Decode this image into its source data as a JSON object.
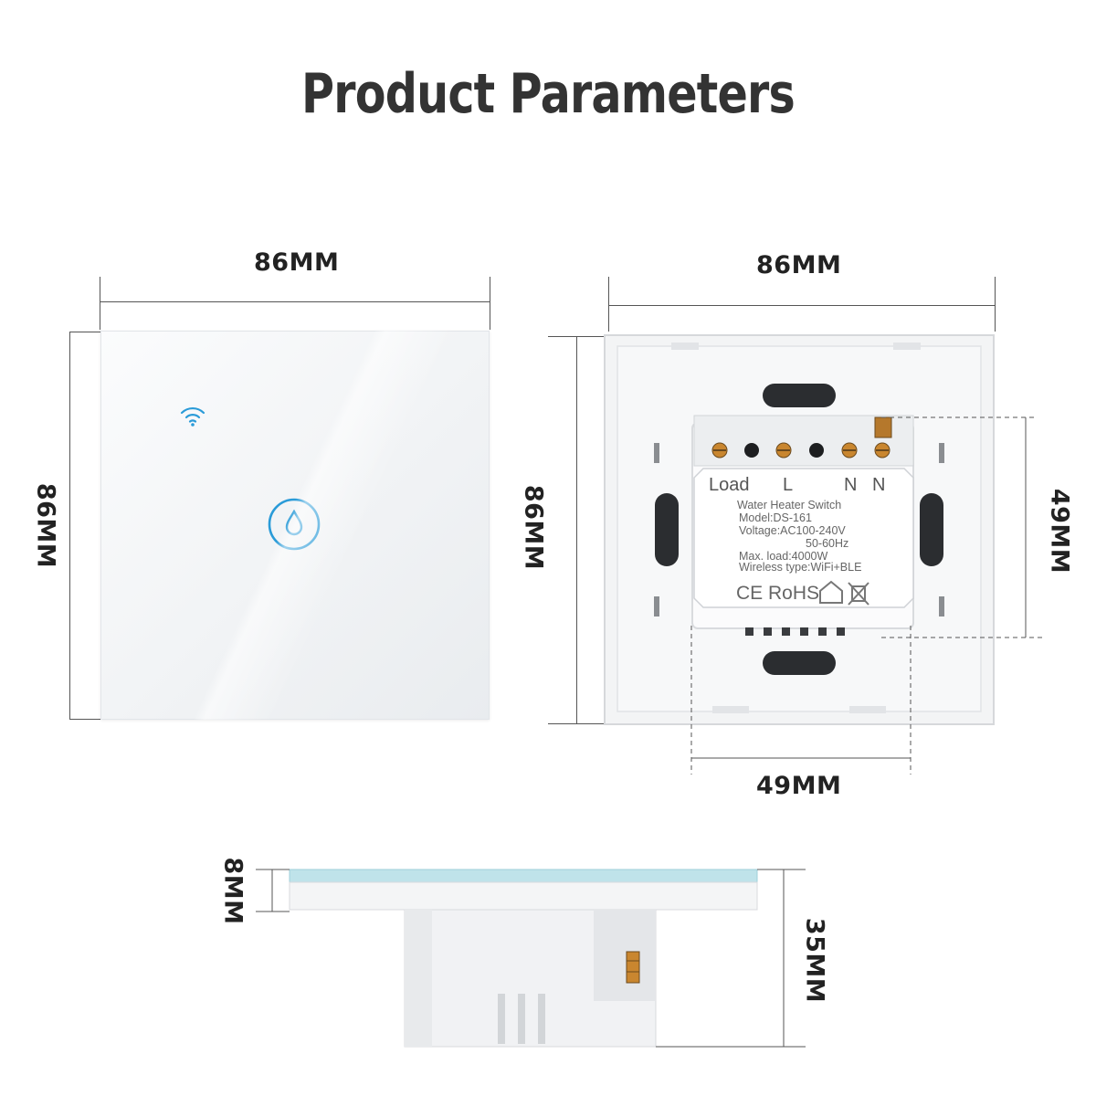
{
  "header": {
    "title": "Product Parameters"
  },
  "front_view": {
    "width_label": "86MM",
    "height_label": "86MM"
  },
  "back_view": {
    "width_label": "86MM",
    "height_label": "86MM",
    "module_height_label": "49MM",
    "module_width_label": "49MM",
    "module": {
      "terminal_load": "Load",
      "terminal_l": "L",
      "terminal_n1": "N",
      "terminal_n2": "N",
      "product_name": "Water Heater Switch",
      "model": "Model:DS-161",
      "voltage": "Voltage:AC100-240V",
      "frequency": "50-60Hz",
      "max_load": "Max. load:4000W",
      "wireless": "Wireless type:WiFi+BLE",
      "certifications": "CE RoHS"
    }
  },
  "side_view": {
    "glass_thickness_label": "8MM",
    "depth_label": "35MM"
  },
  "colors": {
    "glass_edge": "#bfe3ea",
    "touch_icon": "#2a9bd8",
    "title": "#333333"
  },
  "icons": {
    "wifi": "wifi-icon",
    "touch_button": "water-drop-icon",
    "house": "house-icon",
    "weee": "crossed-bin-icon"
  }
}
